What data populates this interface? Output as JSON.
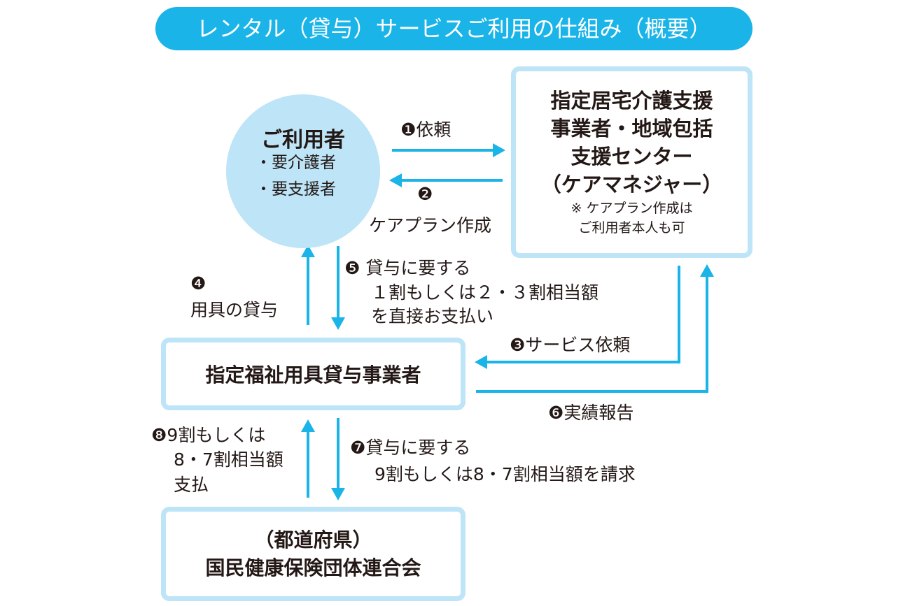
{
  "title": "レンタル（貸与）サービスご利用の仕組み（概要）",
  "user": {
    "heading": "ご利用者",
    "items": [
      "・要介護者",
      "・要支援者"
    ]
  },
  "care_manager": {
    "lines": [
      "指定居宅介護支援",
      "事業者・地域包括",
      "支援センター",
      "（ケアマネジャー）"
    ],
    "note": [
      "※ ケアプラン作成は",
      "ご利用者本人も可"
    ]
  },
  "rental_provider": "指定福祉用具貸与事業者",
  "federation": [
    "（都道府県）",
    "国民健康保険団体連合会"
  ],
  "steps": {
    "s1": {
      "num": "❶",
      "text": "依頼"
    },
    "s2": {
      "num": "❷",
      "text": "ケアプラン作成"
    },
    "s3": {
      "num": "❸",
      "text": "サービス依頼"
    },
    "s4": {
      "num": "❹",
      "text": "用具の貸与"
    },
    "s5": {
      "num": "❺",
      "lines": [
        "貸与に要する",
        "１割もしくは２・３割相当額",
        "を直接お支払い"
      ]
    },
    "s6": {
      "num": "❻",
      "text": "実績報告"
    },
    "s7": {
      "num": "❼",
      "lines": [
        "貸与に要する",
        "9割もしくは8・7割相当額を請求"
      ]
    },
    "s8": {
      "num": "❽",
      "lines": [
        "9割もしくは",
        "8・7割相当額",
        "支払"
      ]
    }
  },
  "colors": {
    "accent": "#1ab4e8",
    "light": "#bde4f7"
  }
}
